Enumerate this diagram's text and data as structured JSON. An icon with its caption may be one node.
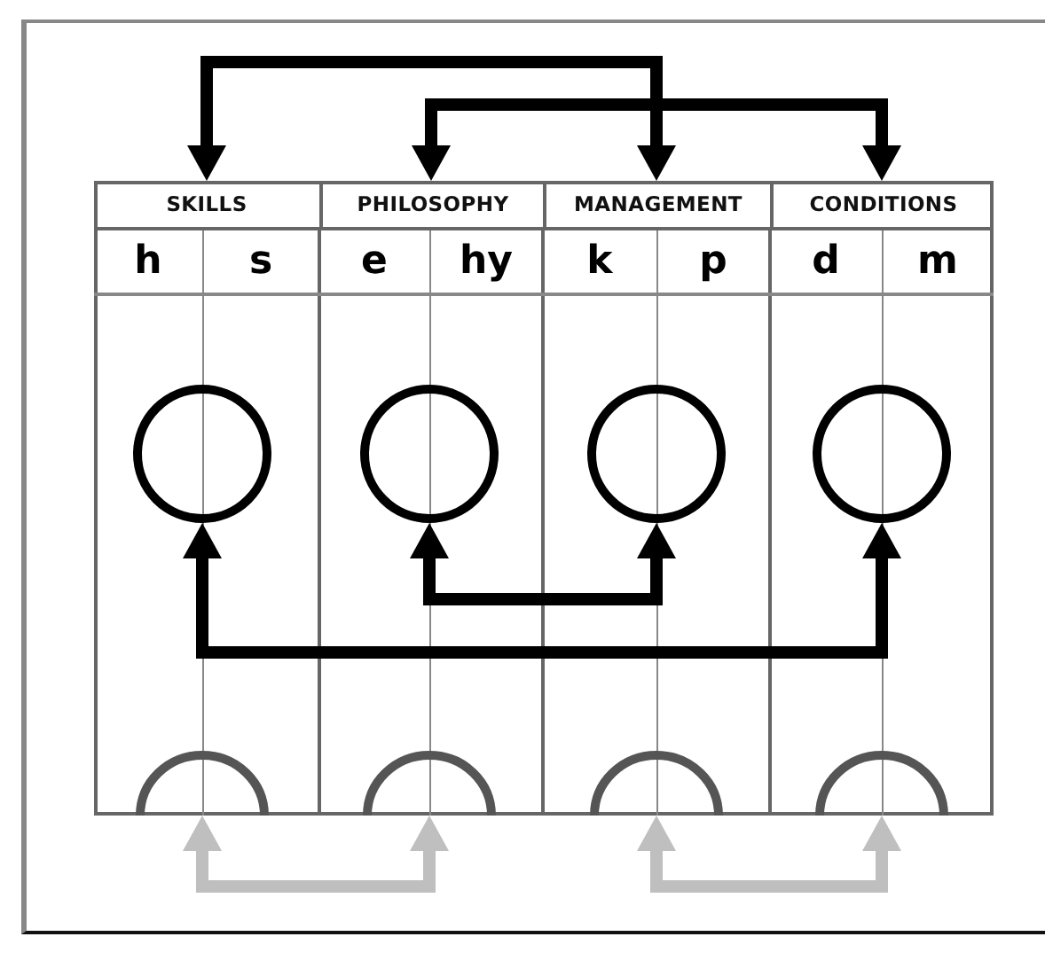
{
  "diagram": {
    "nodes": [
      {
        "text": [
          "SKILLS"
        ]
      },
      {
        "text": [
          "PHILOSOPHY"
        ]
      },
      {
        "text": [
          "MANAGEMENT"
        ]
      },
      {
        "text": [
          "CONDITIONS"
        ]
      },
      {
        "text": [],
        "shape": "circle"
      },
      {
        "text": [],
        "shape": "circle"
      },
      {
        "text": [],
        "shape": "circle"
      },
      {
        "text": [],
        "shape": "circle"
      },
      {
        "text": [],
        "shape": "semicircle"
      },
      {
        "text": [],
        "shape": "semicircle"
      },
      {
        "text": [],
        "shape": "semicircle"
      },
      {
        "text": [],
        "shape": "semicircle"
      }
    ],
    "edges": [
      {
        "from": 0,
        "to": 2,
        "arrow": "both"
      },
      {
        "from": 1,
        "to": 3,
        "arrow": "both"
      },
      {
        "from": 4,
        "to": 7,
        "arrow": "both"
      },
      {
        "from": 5,
        "to": 6,
        "arrow": "both"
      },
      {
        "from": 8,
        "to": 9,
        "arrow": "both",
        "color": "#bfbfbf"
      },
      {
        "from": 10,
        "to": 11,
        "arrow": "both",
        "color": "#bfbfbf"
      }
    ],
    "labels": [
      "h",
      "s",
      "e",
      "hy",
      "k",
      "p",
      "d",
      "m"
    ]
  }
}
